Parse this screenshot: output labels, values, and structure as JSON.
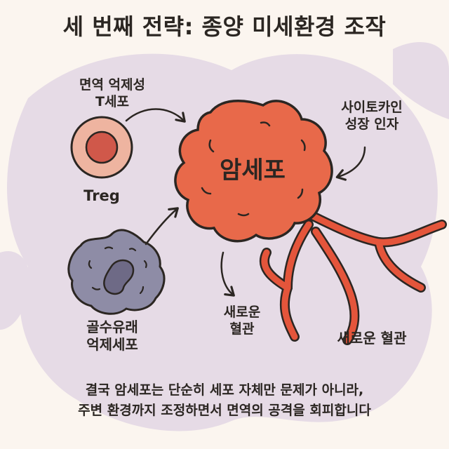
{
  "title": "세 번째 전략: 종양 미세환경 조작",
  "treg": {
    "description_lines": [
      "면역 억제성",
      "T세포"
    ],
    "label": "Treg"
  },
  "cytokine": {
    "lines": [
      "사이토카인",
      "성장 인자"
    ]
  },
  "cancer_cell": {
    "label": "암세포"
  },
  "mdsc": {
    "lines": [
      "골수유래",
      "억제세포"
    ]
  },
  "vessel_left": {
    "lines": [
      "새로운",
      "혈관"
    ]
  },
  "vessel_right": {
    "label": "새로운 혈관"
  },
  "caption": {
    "lines": [
      "결국 암세포는 단순히 세포 자체만 문제가 아니라,",
      "주변 환경까지 조정하면서 면역의 공격을 회피합니다"
    ]
  },
  "colors": {
    "background": "#fbf5ef",
    "blob": "#e6dbe6",
    "cancer_cell": "#e8694a",
    "vessel": "#e4553b",
    "treg_outer": "#eeb4a0",
    "treg_nucleus": "#d0584a",
    "mdsc": "#8e8ca6",
    "outline": "#2b2622"
  }
}
